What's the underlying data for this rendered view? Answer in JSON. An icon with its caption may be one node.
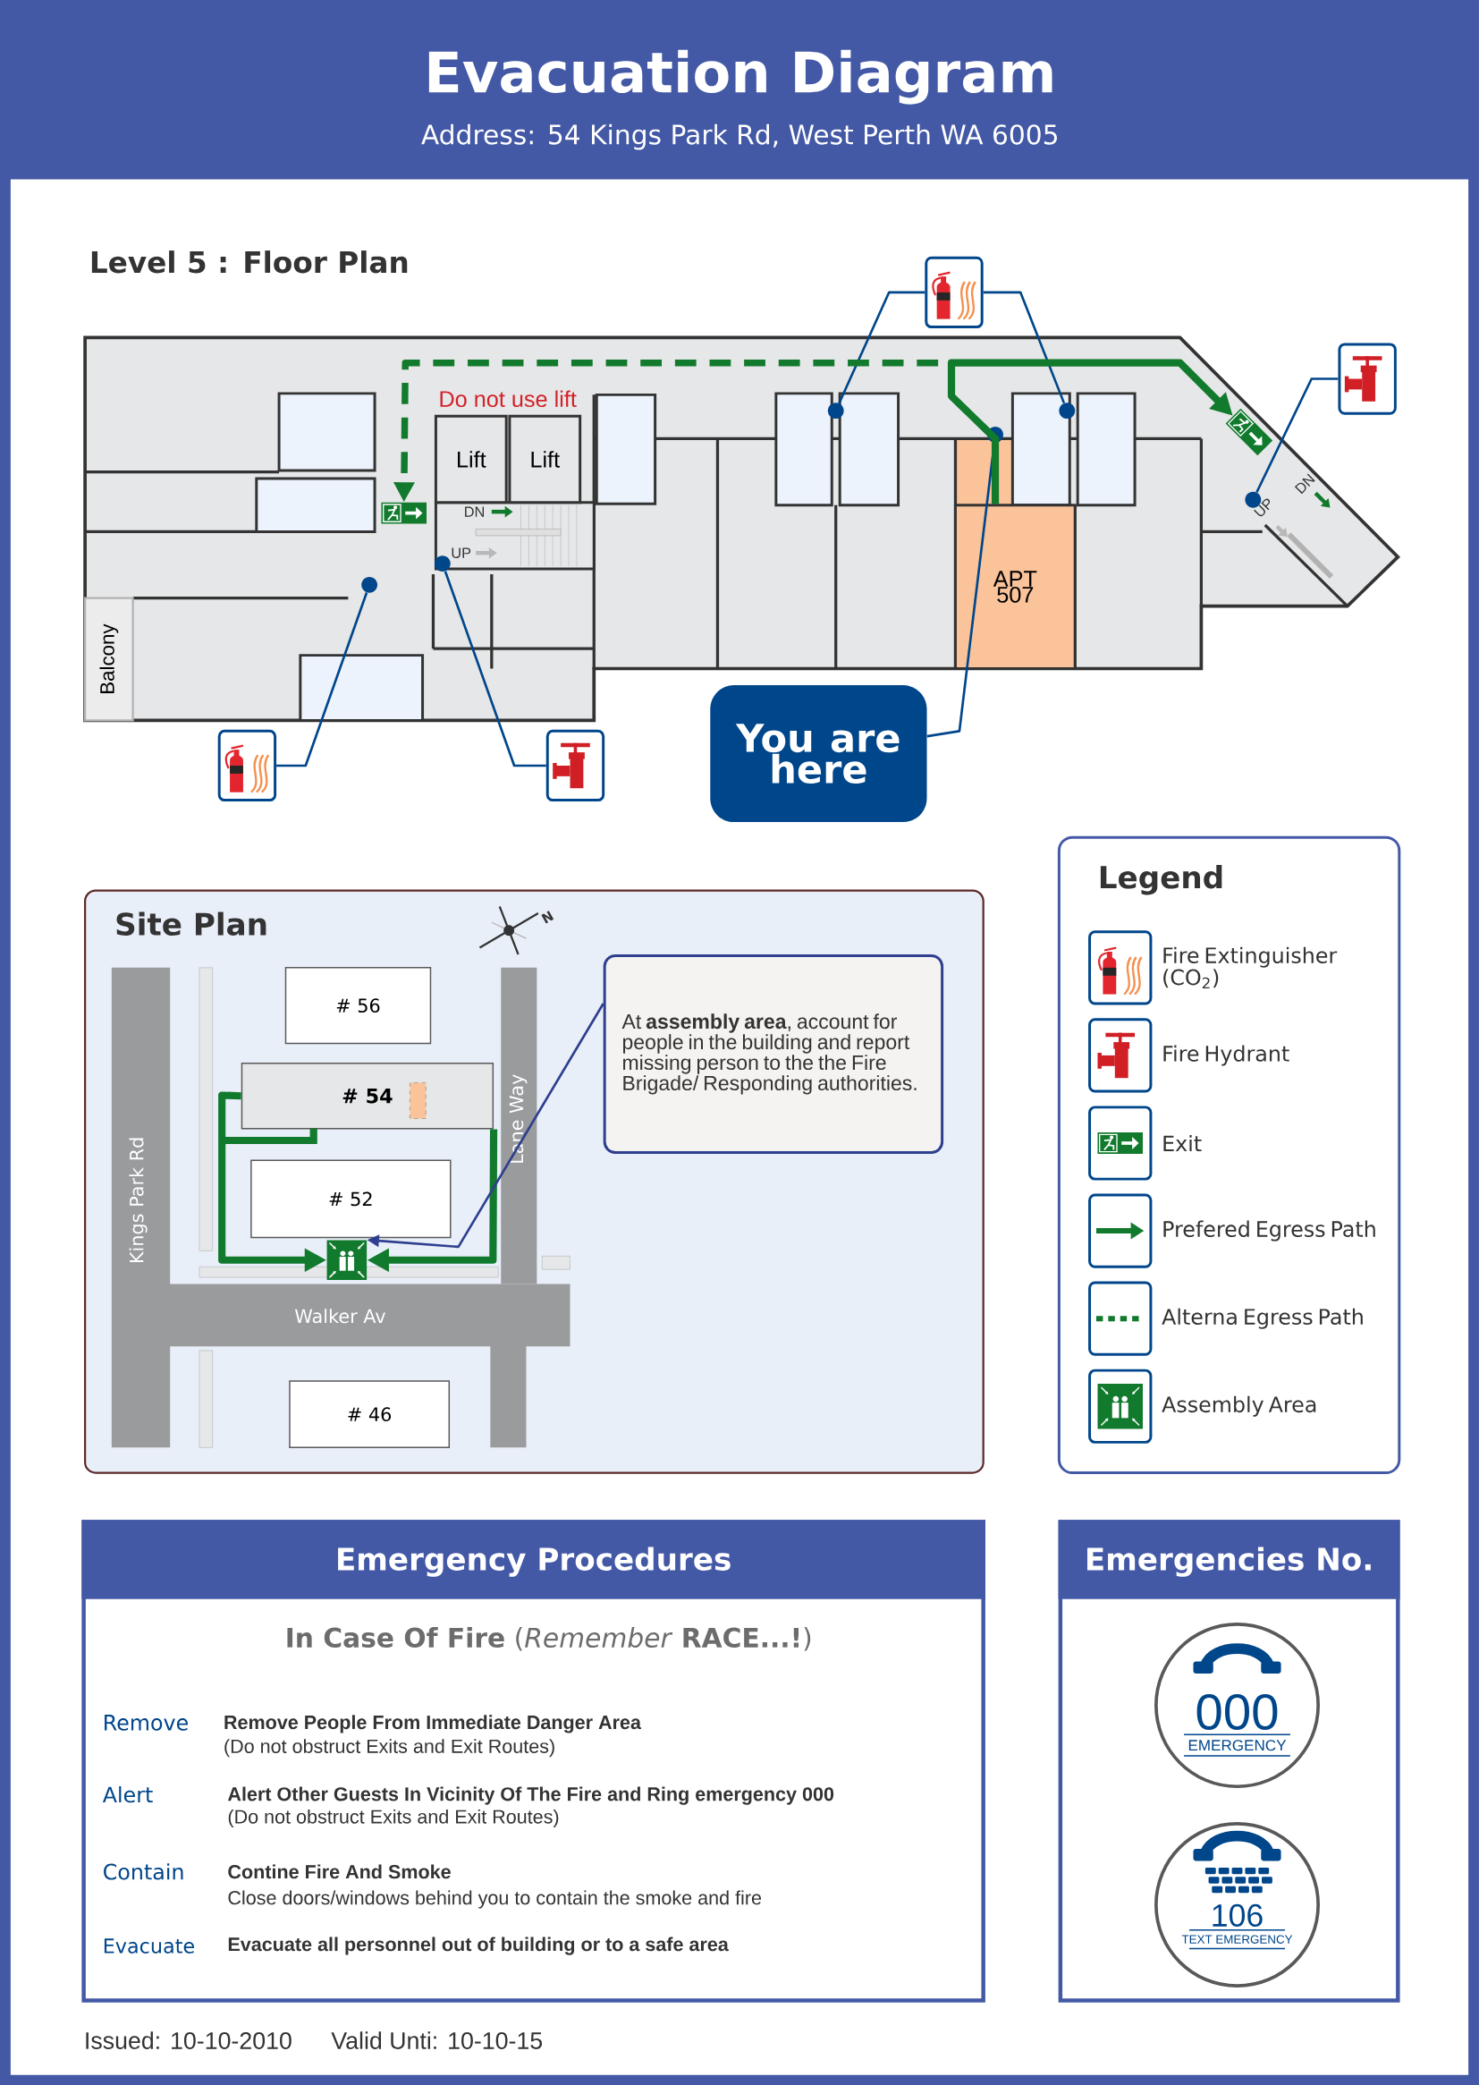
{
  "diagram": {
    "title": "Evacuation Diagram",
    "nodes": [
      {
        "text": [],
        "shape": "picture"
      },
      {
        "text": [],
        "shape": "picture"
      },
      {
        "text": [
          "Lift"
        ]
      },
      {
        "text": [
          "Lift"
        ]
      },
      {
        "text": [],
        "shape": "picture"
      },
      {
        "text": [],
        "shape": "picture"
      },
      {
        "text": [],
        "shape": "circle"
      },
      {
        "text": [],
        "shape": "circle"
      },
      {
        "text": [],
        "shape": "circle"
      },
      {
        "text": [],
        "shape": "circle"
      },
      {
        "text": [],
        "shape": "circle"
      },
      {
        "text": [],
        "shape": "circle"
      },
      {
        "text": [
          "APT 507"
        ]
      },
      {
        "text": [
          "Balcony"
        ]
      },
      {
        "text": [
          "You are here"
        ]
      },
      {
        "text": [],
        "shape": "picture"
      },
      {
        "text": [],
        "shape": "picture"
      },
      {
        "text": [
          "Site Plan"
        ]
      },
      {
        "text": [
          "# 56"
        ],
        "in": 17
      },
      {
        "text": [
          "# 54"
        ],
        "in": 17
      },
      {
        "text": [
          "# 52"
        ],
        "in": 17
      },
      {
        "text": [],
        "shape": "picture",
        "in": 17
      },
      {
        "text": [
          "# 46"
        ],
        "in": 17
      },
      {
        "text": [
          "At **assembly area**, account for people in the building and report missing person to the the Fire Brigade/ Responding authorities."
        ],
        "in": 17
      },
      {
        "text": [
          "Legend"
        ]
      },
      {
        "text": [
          "Emergency Procedures"
        ]
      },
      {
        "text": [
          "Emergencies No."
        ]
      },
      {
        "text": [
          "000",
          "EMERGENCY"
        ],
        "in": 26
      },
      {
        "text": [
          "106",
          "TEXT EMERGENCY"
        ],
        "in": 26
      }
    ],
    "edges": [
      {
        "from": 0,
        "to": 6,
        "arrow": "none"
      },
      {
        "from": 0,
        "to": 7,
        "arrow": "none"
      },
      {
        "from": 1,
        "to": 9,
        "arrow": "none"
      },
      {
        "from": 14,
        "to": 8,
        "arrow": "none"
      },
      {
        "from": 15,
        "to": 11,
        "arrow": "none"
      },
      {
        "from": 16,
        "to": 10,
        "arrow": "none"
      },
      {
        "from": 12,
        "to": 4,
        "arrow": "to",
        "style": "thick",
        "color": "#117a2d"
      },
      {
        "from": 12,
        "to": 5,
        "arrow": "to",
        "style": "dashed",
        "color": "#117a2d"
      },
      {
        "from": 19,
        "to": 21,
        "arrow": "to",
        "style": "thick",
        "color": "#117a2d"
      },
      {
        "from": 19,
        "to": 21,
        "arrow": "to",
        "style": "thick",
        "color": "#117a2d"
      },
      {
        "from": 23,
        "to": 21,
        "arrow": "to",
        "color": "#2e3f8f"
      }
    ],
    "labels": [
      "Address: 54 Kings Park Rd, West Perth WA 6005",
      "Level 5 : Floor Plan",
      "Do not use lift",
      "DN",
      "UP",
      "UP",
      "DN",
      "N",
      "Kings Park Rd",
      "Lane Way",
      "Walker Av",
      "**In Case Of Fire** (*Remember* **RACE...!**)",
      "Remove",
      "Remove People From Immediate Danger Area",
      "(Do not obstruct Exits and Exit Routes)",
      "Alert",
      "Alert Other Guests In Vicinity Of The Fire and Ring emergency 000",
      "(Do not obstruct Exits and Exit Routes)",
      "Contain",
      "Contine Fire And Smoke",
      "Close doors/windows behind you to contain the smoke and fire",
      "Evacuate",
      "Evacuate all personnel out of building or to a safe area",
      "Issued: 10-10-2010",
      "Valid Unti: 10-10-15"
    ],
    "legend": [
      {
        "text": "Fire Extinguisher (CO$_{2}$)"
      },
      {
        "text": "Fire Hydrant"
      },
      {
        "text": "Exit"
      },
      {
        "text": "Prefered Egress Path"
      },
      {
        "text": "Alterna Egress Path"
      },
      {
        "text": "Assembly Area"
      }
    ]
  }
}
